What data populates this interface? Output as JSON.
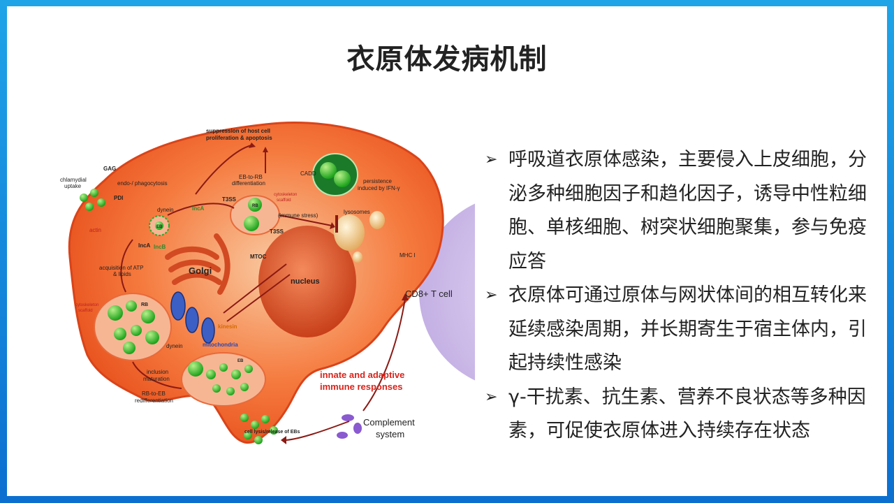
{
  "title": "衣原体发病机制",
  "bullets": [
    "呼吸道衣原体感染，主要侵入上皮细胞，分泌多种细胞因子和趋化因子，诱导中性粒细胞、单核细胞、树突状细胞聚集，参与免疫应答",
    "衣原体可通过原体与网状体间的相互转化来延续感染周期，并长期寄生于宿主体内，引起持续性感染",
    "γ-干扰素、抗生素、营养不良状态等多种因素，可促使衣原体进入持续存在状态"
  ],
  "bullet_mark": "➢",
  "diagram_labels": {
    "suppression": "suppression of host cell",
    "suppression2": "proliferation & apoptosis",
    "gag": "GAG",
    "chlamydial": "chlamydial",
    "uptake": "uptake",
    "endo": "endo-/ phagocytosis",
    "pdi": "PDI",
    "ebrb": "EB-to-RB",
    "ebrb2": "differentiation",
    "cadd": "CADD",
    "persistence": "persistence",
    "persistence2": "induced by IFN-γ",
    "dynein1": "dynein",
    "inca": "IncA",
    "t3ss1": "T3SS",
    "rb1": "RB",
    "cyto1": "cytoskeleton",
    "scaffold1": "scaffold",
    "immune_stress": "(immune stress)",
    "lysosomes": "lysosomes",
    "t3ss2": "T3SS",
    "actin": "actin",
    "eb1": "EB",
    "inca2": "IncA",
    "incb": "IncB",
    "mtoc": "MTOC",
    "golgi": "Golgi",
    "nucleus": "nucleus",
    "atp": "acquisition of ATP",
    "lipids": "& lipids",
    "mhc": "MHC I",
    "cd8": "CD8+ T cell",
    "rb2": "RB",
    "cyto2": "cytoskeleton",
    "scaffold2": "scaffold",
    "kinesin": "kinesin",
    "dynein2": "dynein",
    "mitochondria": "mitochondria",
    "inclusion": "inclusion",
    "maturation": "maturation",
    "eb2": "EB",
    "rbeb": "RB-to-EB",
    "redif": "redifferentiation",
    "innate": "innate and adaptive",
    "immune": "immune responses",
    "complement": "Complement",
    "system": "system",
    "lysis": "cell lysis/release of EBs"
  }
}
